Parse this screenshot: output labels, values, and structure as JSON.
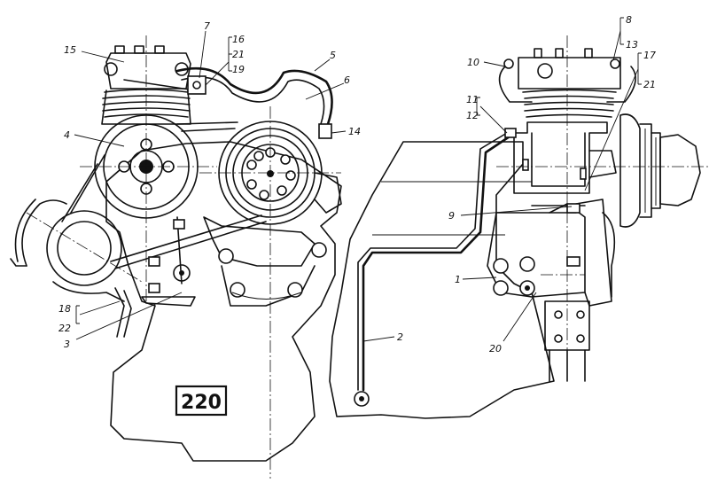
{
  "badge": {
    "label": "220"
  },
  "callouts": {
    "c1": "1",
    "c2": "2",
    "c3": "3",
    "c4": "4",
    "c5": "5",
    "c6": "6",
    "c7": "7",
    "c8": "8",
    "c9": "9",
    "c10": "10",
    "c11": "11",
    "c12": "12",
    "c13": "13",
    "c14": "14",
    "c15": "15",
    "c16": "16",
    "c17": "17",
    "c18": "18",
    "c19": "19",
    "c20": "20",
    "c21a": "21",
    "c21b": "21",
    "c22": "22"
  }
}
